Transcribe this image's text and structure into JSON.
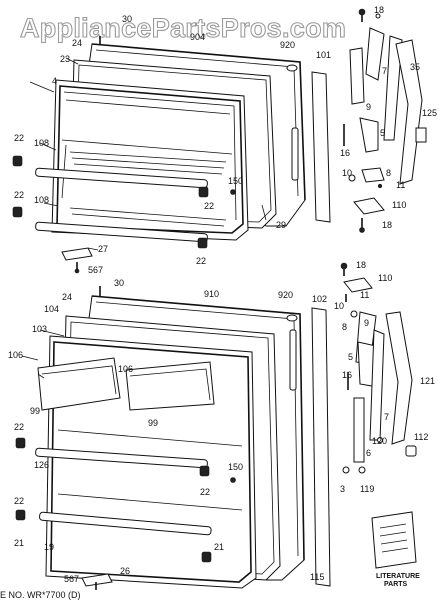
{
  "watermark": "AppliancePartsPros.com",
  "footer_note": "E NO. WR*7700 (D)",
  "literature": {
    "line1": "LITERATURE",
    "line2": "PARTS"
  },
  "colors": {
    "ink": "#111111",
    "paper": "#ffffff",
    "watermark_outline": "#9a9a9a"
  },
  "callouts": {
    "top": {
      "c18a": "18",
      "c30": "30",
      "c24": "24",
      "c904": "904",
      "c920": "920",
      "c23": "23",
      "c4": "4",
      "c101": "101",
      "c7": "7",
      "c35": "35",
      "c125": "125",
      "c9": "9",
      "c8": "8",
      "c5": "5",
      "c16": "16",
      "c10": "10",
      "c11": "11",
      "c110": "110",
      "c18b": "18",
      "c22a": "22",
      "c108a": "108",
      "c22b": "22",
      "c108b": "108",
      "c150": "150",
      "c22c": "22",
      "c29": "29",
      "c27": "27",
      "c22d": "22",
      "c567": "567"
    },
    "bottom": {
      "c18": "18",
      "c110": "110",
      "c11": "11",
      "c30": "30",
      "c910": "910",
      "c920": "920",
      "c24": "24",
      "c104": "104",
      "c102": "102",
      "c10": "10",
      "c103": "103",
      "c8": "8",
      "c9": "9",
      "c106a": "106",
      "c106b": "106",
      "c5": "5",
      "c99a": "99",
      "c99b": "99",
      "c16": "16",
      "c121": "121",
      "c7": "7",
      "c112": "112",
      "c120": "120",
      "c6": "6",
      "c22a": "22",
      "c126": "126",
      "c150": "150",
      "c22b": "22",
      "c3": "3",
      "c119": "119",
      "c22c": "22",
      "c21a": "21",
      "c19": "19",
      "c21b": "21",
      "c115": "115",
      "c567": "567",
      "c26": "26"
    }
  }
}
